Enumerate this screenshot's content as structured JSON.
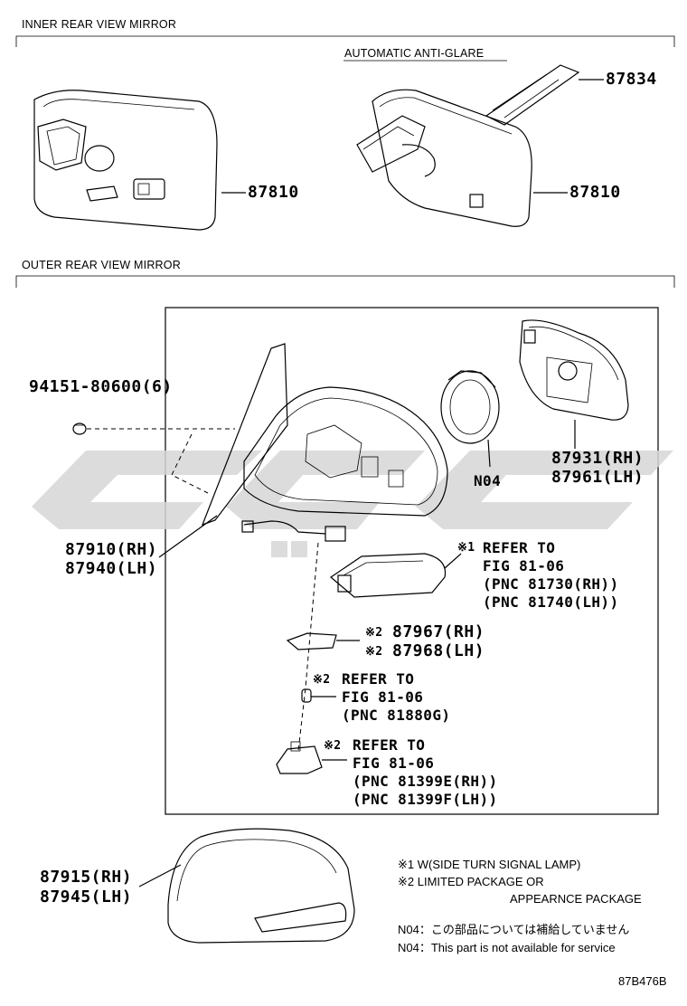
{
  "sections": {
    "inner": "INNER REAR VIEW MIRROR",
    "auto": "AUTOMATIC ANTI-GLARE",
    "outer": "OUTER REAR VIEW MIRROR"
  },
  "parts": {
    "p87834": "87834",
    "p87810a": "87810",
    "p87810b": "87810",
    "bolt": "94151-80600(6)",
    "glass_rh": "87931(RH)",
    "glass_lh": "87961(LH)",
    "n04": "N04",
    "assy_rh": "87910(RH)",
    "assy_lh": "87940(LH)",
    "lamp_mark": "※1",
    "lamp_1": "REFER TO",
    "lamp_2": "FIG 81-06",
    "lamp_3": "(PNC 81730(RH))",
    "lamp_4": "(PNC 81740(LH))",
    "cover_mark1": "※2",
    "cover_rh": "87967(RH)",
    "cover_mark2": "※2",
    "cover_lh": "87968(LH)",
    "bulb_mark": "※2",
    "bulb_1": "REFER TO",
    "bulb_2": "FIG 81-06",
    "bulb_3": "(PNC 81880G)",
    "socket_mark": "※2",
    "socket_1": "REFER TO",
    "socket_2": "FIG 81-06",
    "socket_3": "(PNC 81399E(RH))",
    "socket_4": "(PNC 81399F(LH))",
    "housing_rh": "87915(RH)",
    "housing_lh": "87945(LH)"
  },
  "notes": {
    "n1": "※1 W(SIDE TURN SIGNAL LAMP)",
    "n2": "※2 LIMITED PACKAGE OR",
    "n3": "APPEARNCE PACKAGE",
    "n4": "N04：この部品については補給していません",
    "n5": "N04：This part is not available for service"
  },
  "figure_code": "87B476B",
  "colors": {
    "line": "#000000",
    "watermark": "#d4d4d4"
  }
}
